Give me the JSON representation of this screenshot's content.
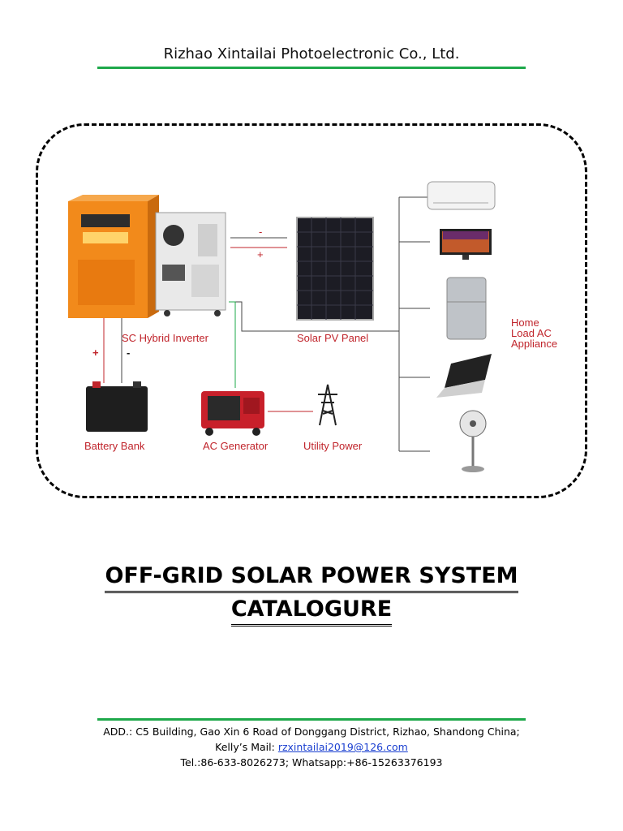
{
  "header": {
    "company": "Rizhao Xintailai Photoelectronic Co., Ltd."
  },
  "diagram": {
    "labels": {
      "inverter": "SC Hybrid Inverter",
      "solar": "Solar PV Panel",
      "battery": "Battery Bank",
      "generator": "AC Generator",
      "utility": "Utility Power",
      "home_line1": "Home",
      "home_line2": "Load AC",
      "home_line3": "Appliance",
      "minus": "-",
      "plus": "+",
      "batt_plus": "+",
      "batt_minus": "-"
    },
    "colors": {
      "label_red": "#c0242b",
      "inverter_orange": "#f28a1b",
      "wire_green": "#1ea84a",
      "dash_border": "#000000"
    }
  },
  "title": {
    "line1": "OFF-GRID SOLAR POWER SYSTEM",
    "line2": "CATALOGURE"
  },
  "footer": {
    "address": "ADD.: C5 Building, Gao Xin 6 Road of Donggang District, Rizhao, Shandong China;",
    "mail_label": "Kelly’s Mail: ",
    "mail": "rzxintailai2019@126.com",
    "contact": "Tel.:86-633-8026273;  Whatsapp:+86-15263376193"
  }
}
